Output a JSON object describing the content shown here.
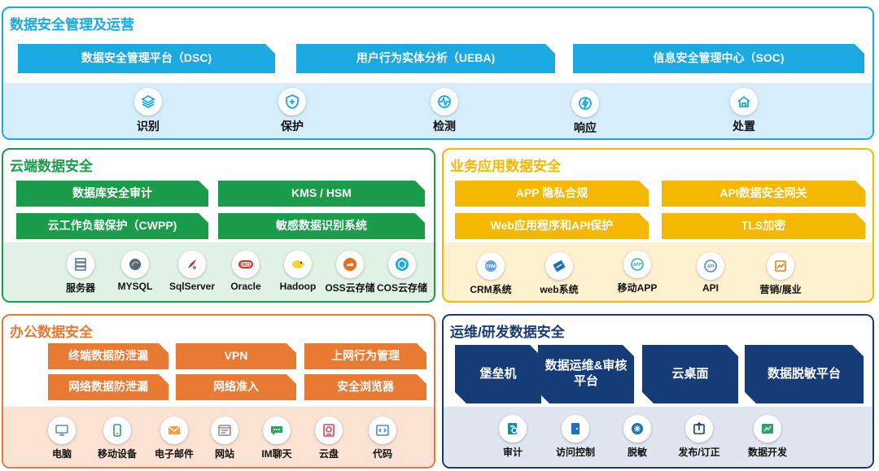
{
  "colors": {
    "ops_blue": "#1ba9e1",
    "ops_band": "#d6eefb",
    "cloud_green": "#1a9c4a",
    "cloud_band": "#e0f2e6",
    "biz_yellow": "#f5b800",
    "biz_band": "#fdf1cf",
    "office_orange": "#e87a34",
    "office_band": "#fbe3d3",
    "dev_navy": "#163c78",
    "dev_band": "#e1e5ef"
  },
  "ops": {
    "title": "数据安全管理及运营",
    "platforms": [
      "数据安全管理平台（DSC)",
      "用户行为实体分析（UEBA)",
      "信息安全管理中心（SOC)"
    ],
    "icons": [
      {
        "label": "识别",
        "icon": "layers-icon"
      },
      {
        "label": "保护",
        "icon": "shield-icon"
      },
      {
        "label": "检测",
        "icon": "monitor-pulse-icon"
      },
      {
        "label": "响应",
        "icon": "lightning-icon"
      },
      {
        "label": "处置",
        "icon": "house-icon"
      }
    ]
  },
  "cloud": {
    "title": "云端数据安全",
    "tags": [
      "数据库安全审计",
      "KMS / HSM",
      "云工作负载保护（CWPP)",
      "敏感数据识别系统"
    ],
    "icons": [
      {
        "label": "服务器",
        "icon": "server-icon"
      },
      {
        "label": "MYSQL",
        "icon": "mysql-icon"
      },
      {
        "label": "SqlServer",
        "icon": "sqlserver-icon"
      },
      {
        "label": "Oracle",
        "icon": "oracle-icon"
      },
      {
        "label": "Hadoop",
        "icon": "hadoop-icon"
      },
      {
        "label": "OSS云存储",
        "icon": "oss-icon"
      },
      {
        "label": "COS云存储",
        "icon": "cos-icon"
      }
    ]
  },
  "biz": {
    "title": "业务应用数据安全",
    "tags": [
      "APP 隐私合规",
      "API数据安全网关",
      "Web应用程序和API保护",
      "TLS加密"
    ],
    "icons": [
      {
        "label": "CRM系统",
        "icon": "crm-icon"
      },
      {
        "label": "web系统",
        "icon": "web-icon"
      },
      {
        "label": "移动APP",
        "icon": "app-icon"
      },
      {
        "label": "API",
        "icon": "api-icon"
      },
      {
        "label": "营销/展业",
        "icon": "marketing-icon"
      }
    ]
  },
  "office": {
    "title": "办公数据安全",
    "tags": [
      "终端数据防泄漏",
      "VPN",
      "上网行为管理",
      "网络数据防泄漏",
      "网络准入",
      "安全浏览器"
    ],
    "icons": [
      {
        "label": "电脑",
        "icon": "computer-icon"
      },
      {
        "label": "移动设备",
        "icon": "mobile-icon"
      },
      {
        "label": "电子邮件",
        "icon": "mail-icon"
      },
      {
        "label": "网站",
        "icon": "website-icon"
      },
      {
        "label": "IM聊天",
        "icon": "chat-icon"
      },
      {
        "label": "云盘",
        "icon": "cloud-disk-icon"
      },
      {
        "label": "代码",
        "icon": "code-icon"
      }
    ]
  },
  "dev": {
    "title": "运维/研发数据安全",
    "tags": [
      "堡垒机",
      "数据运维&审核平台",
      "云桌面",
      "数据脱敏平台"
    ],
    "icons": [
      {
        "label": "审计",
        "icon": "audit-icon"
      },
      {
        "label": "访问控制",
        "icon": "access-control-icon"
      },
      {
        "label": "脱敏",
        "icon": "desensitize-icon"
      },
      {
        "label": "发布/订正",
        "icon": "publish-icon"
      },
      {
        "label": "数据开发",
        "icon": "data-dev-icon"
      }
    ]
  }
}
